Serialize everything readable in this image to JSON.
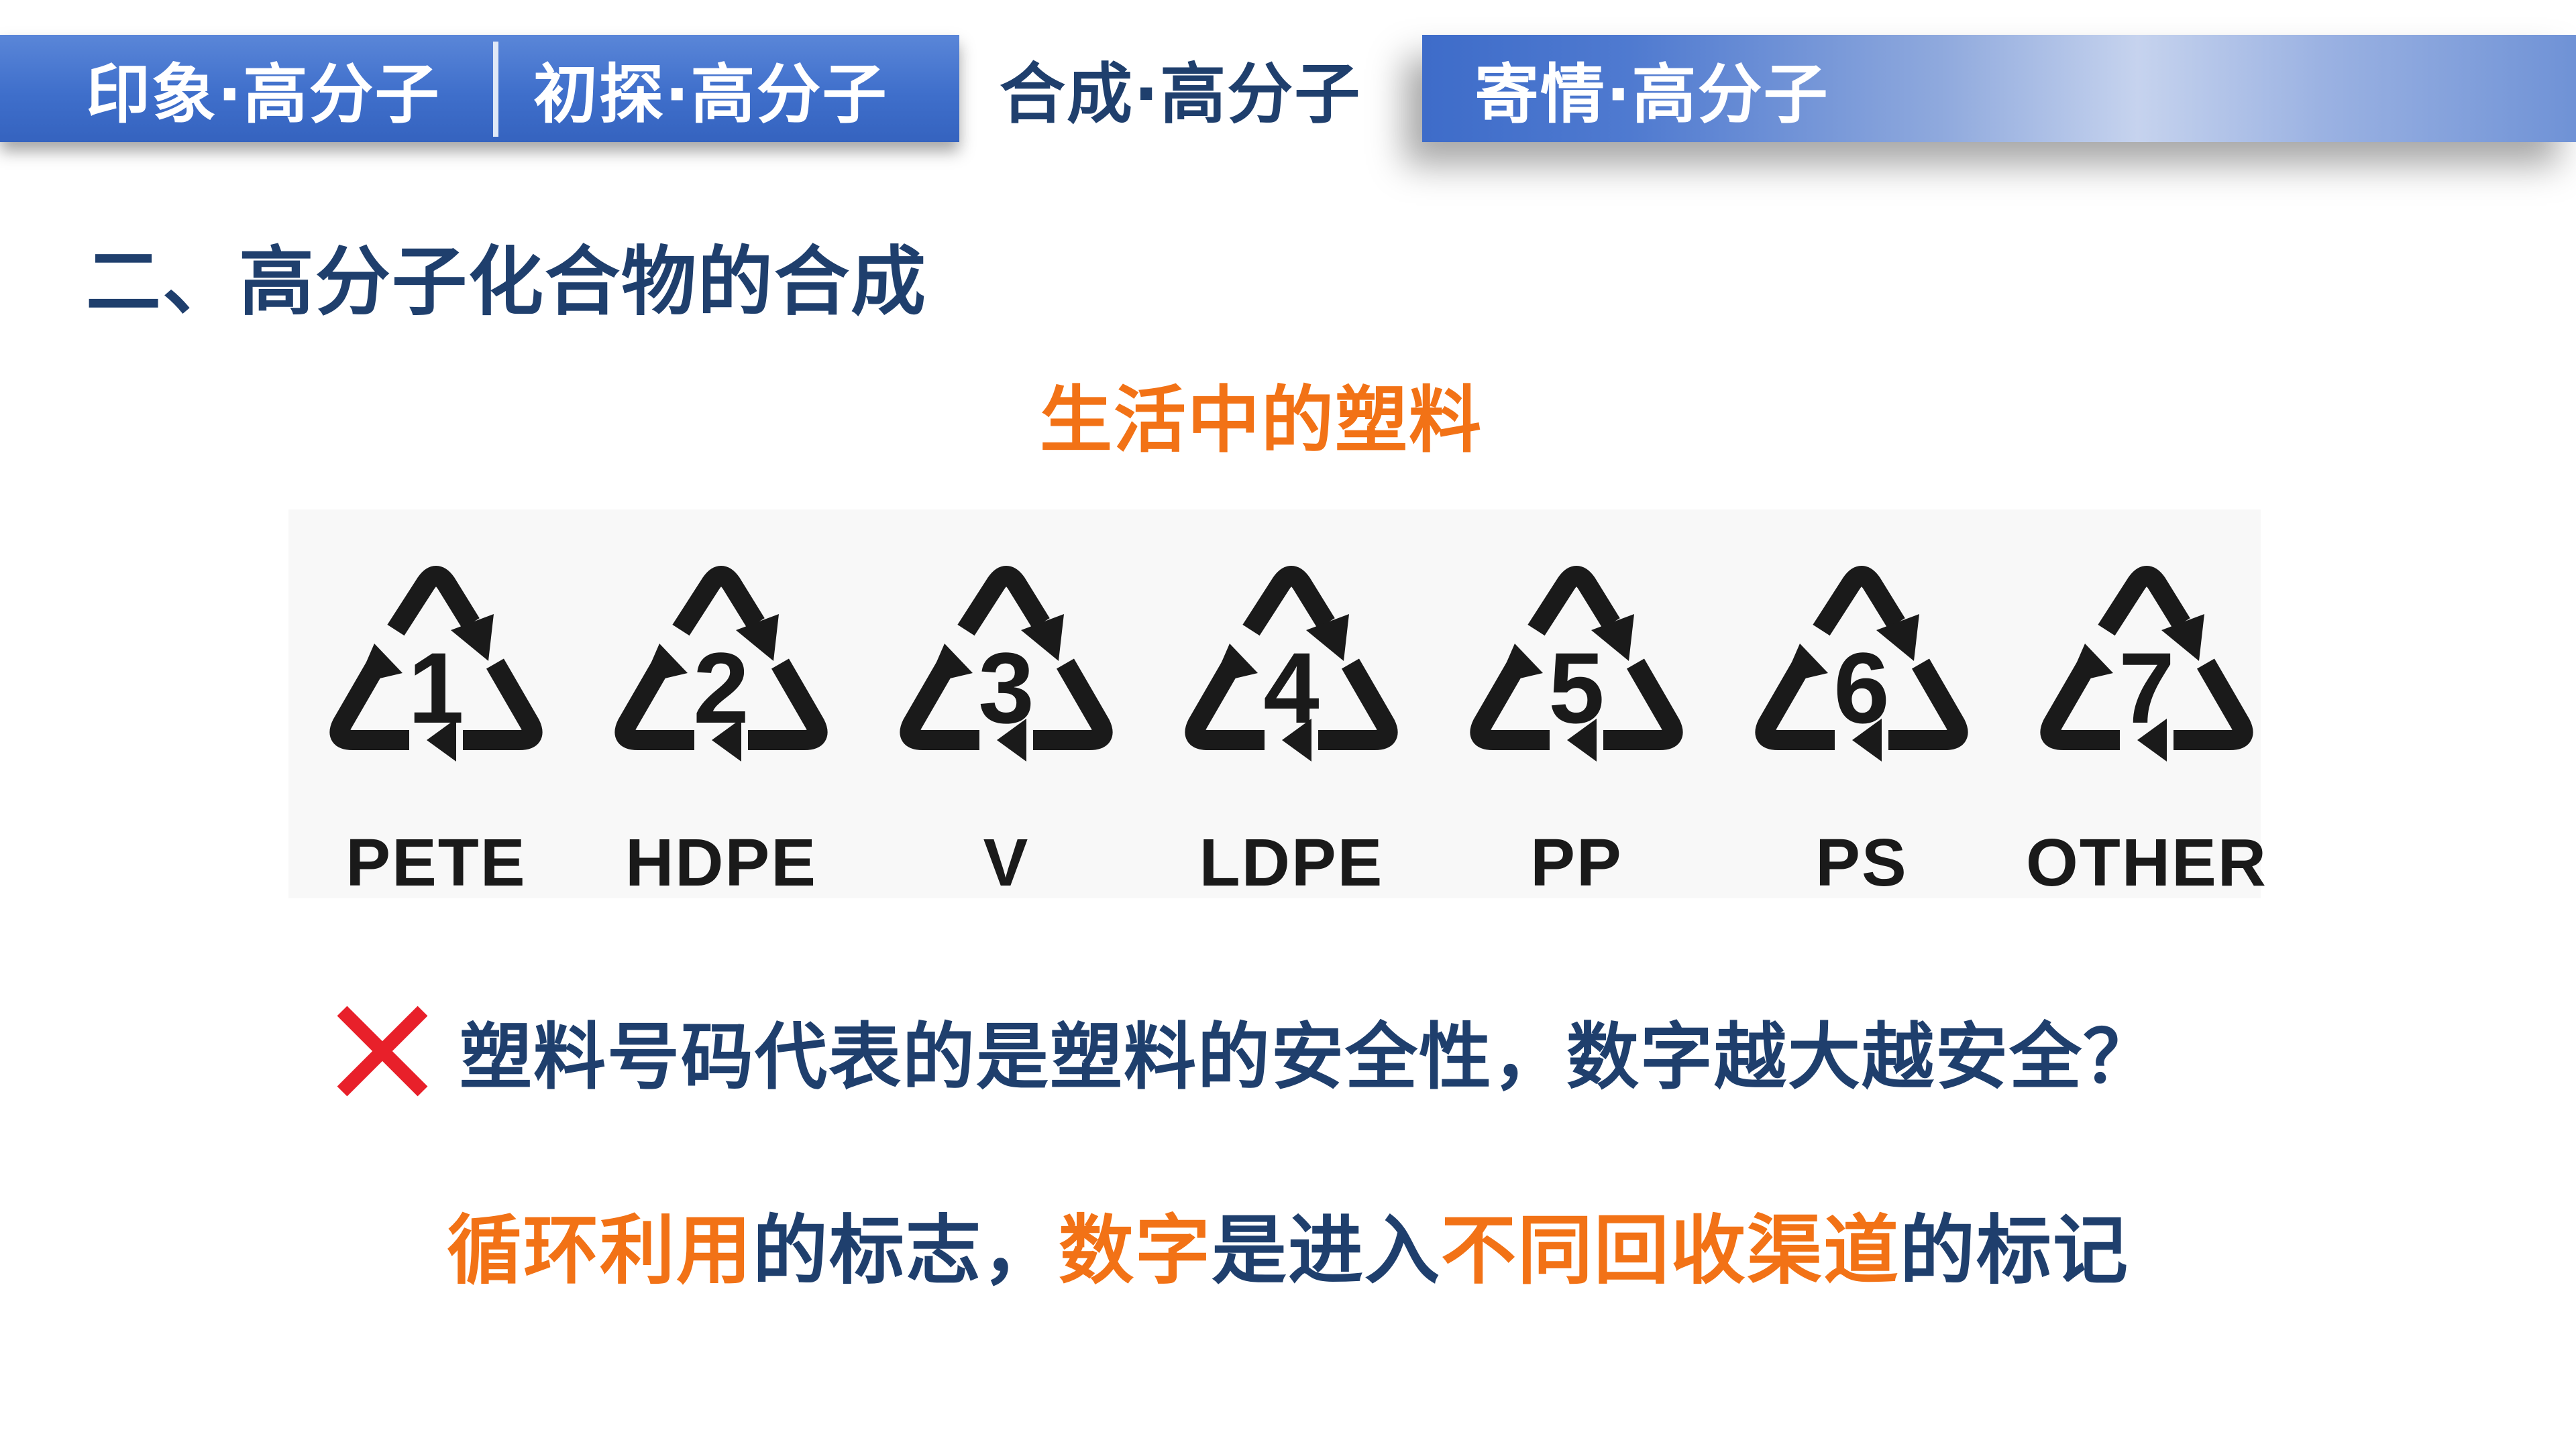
{
  "nav": {
    "tabs": [
      {
        "label": "印象·高分子"
      },
      {
        "label": "初探·高分子"
      },
      {
        "label": "合成·高分子"
      },
      {
        "label": "寄情·高分子"
      }
    ]
  },
  "section_title": "二、高分子化合物的合成",
  "subtitle": "生活中的塑料",
  "recycling_codes": [
    {
      "number": "1",
      "abbr": "PETE"
    },
    {
      "number": "2",
      "abbr": "HDPE"
    },
    {
      "number": "3",
      "abbr": "V"
    },
    {
      "number": "4",
      "abbr": "LDPE"
    },
    {
      "number": "5",
      "abbr": "PP"
    },
    {
      "number": "6",
      "abbr": "PS"
    },
    {
      "number": "7",
      "abbr": "OTHER"
    }
  ],
  "question": {
    "icon": "cross-icon",
    "text": "塑料号码代表的是塑料的安全性，数字越大越安全？"
  },
  "answer": {
    "part1": "循环利用",
    "part2": "的标志，",
    "part3": "数字",
    "part4": "是进入",
    "part5": "不同回收渠道",
    "part6": "的标记"
  },
  "colors": {
    "nav_blue": "#3f6fcb",
    "title_navy": "#1f3f6d",
    "highlight_orange": "#f27216",
    "cross_red": "#e8202a"
  }
}
